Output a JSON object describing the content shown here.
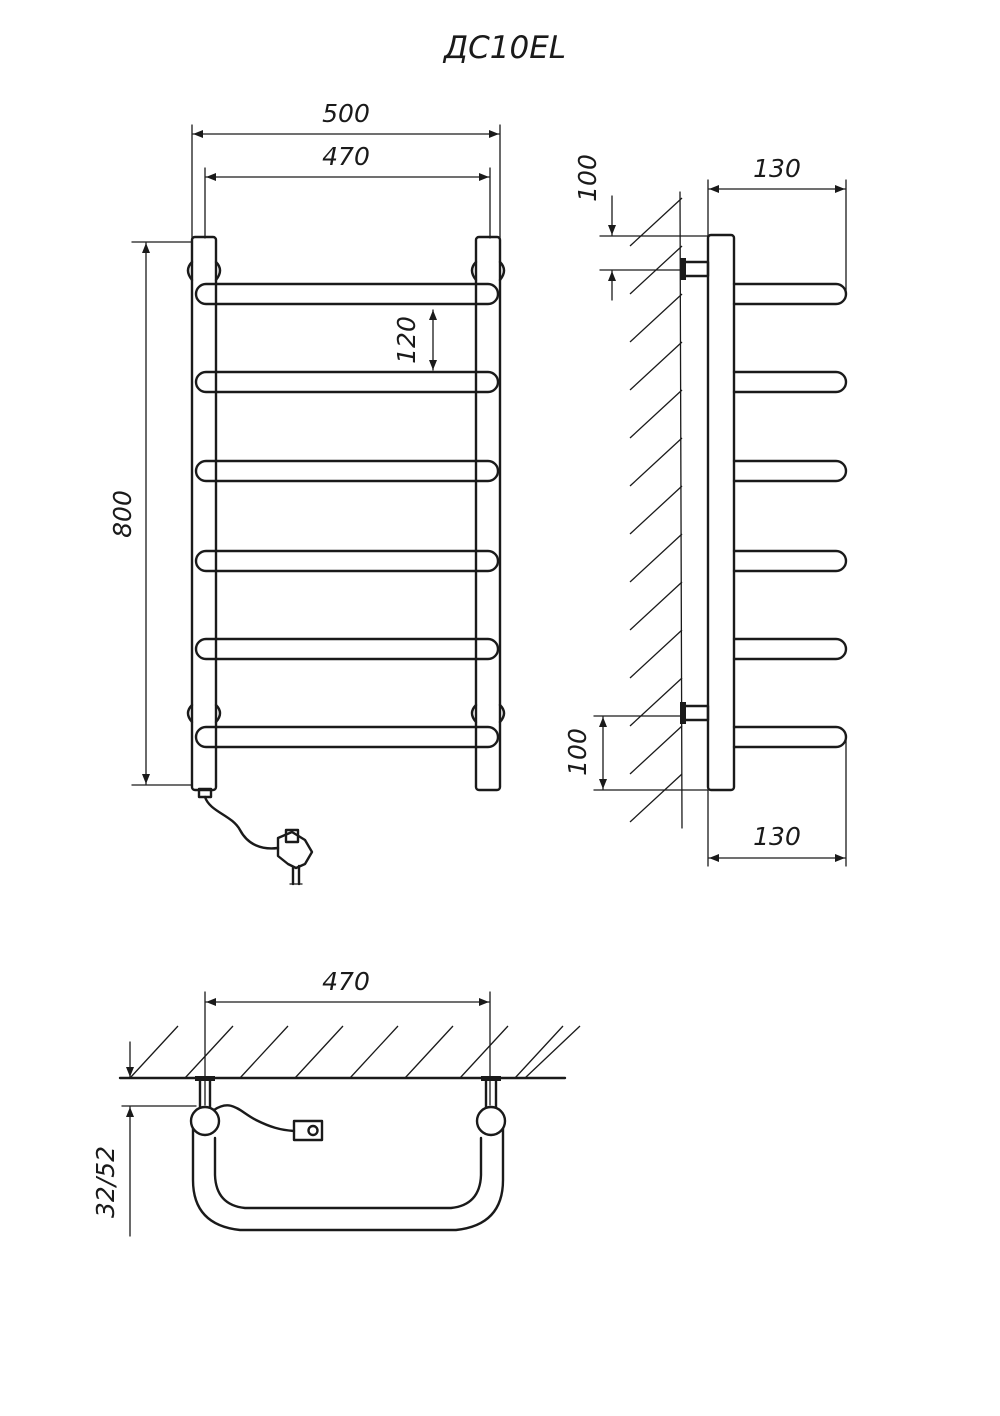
{
  "title": "ДС10EL",
  "front_view": {
    "dim_overall_width": "500",
    "dim_axis_width": "470",
    "dim_rung_step": "120",
    "dim_height": "800"
  },
  "side_view": {
    "dim_depth_top": "130",
    "dim_depth_bottom": "130",
    "dim_mount_top": "100",
    "dim_mount_bottom": "100"
  },
  "top_view": {
    "dim_axis_width": "470",
    "dim_wall_gap": "32/52"
  }
}
